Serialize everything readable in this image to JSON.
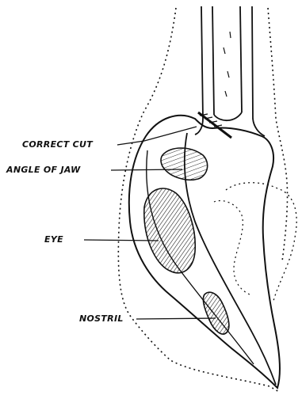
{
  "labels": {
    "correct_cut": "CORRECT CUT",
    "angle_of_jaw": "ANGLE OF JAW",
    "eye": "EYE",
    "nostril": "NOSTRIL"
  },
  "colors": {
    "ink": "#111111",
    "background": "#ffffff"
  }
}
